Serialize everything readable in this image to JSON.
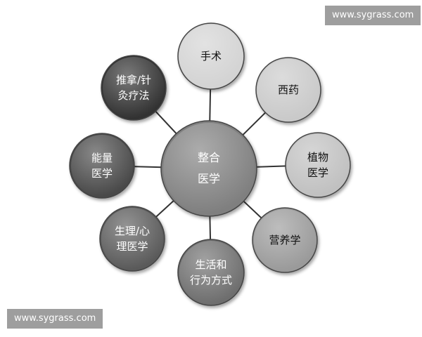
{
  "watermark": {
    "top": "www.sygrass.com",
    "bottom": "www.sygrass.com"
  },
  "center": {
    "label": "整合\n医学"
  },
  "nodes": [
    {
      "id": "surgery",
      "label": "手术",
      "fill": "#d3d3d3",
      "text_color": "#111111"
    },
    {
      "id": "western-medicine",
      "label": "西药",
      "fill": "#c9c9c9",
      "text_color": "#111111"
    },
    {
      "id": "plant-medicine",
      "label": "植物\n医学",
      "fill": "#c0c0c0",
      "text_color": "#111111"
    },
    {
      "id": "nutrition",
      "label": "营养学",
      "fill": "#9a9a9a",
      "text_color": "#111111"
    },
    {
      "id": "lifestyle",
      "label": "生活和\n行为方式",
      "fill": "#6e6e6e",
      "text_color": "#ffffff"
    },
    {
      "id": "mind-body",
      "label": "生理/心\n理医学",
      "fill": "#5a5a5a",
      "text_color": "#ffffff"
    },
    {
      "id": "energy-medicine",
      "label": "能量\n医学",
      "fill": "#484848",
      "text_color": "#ffffff"
    },
    {
      "id": "massage-acupuncture",
      "label": "推拿/针\n灸疗法",
      "fill": "#333333",
      "text_color": "#ffffff"
    }
  ],
  "colors": {
    "center_fill": "#7f7f7f",
    "connector": "#333333",
    "outline": "#444444"
  }
}
